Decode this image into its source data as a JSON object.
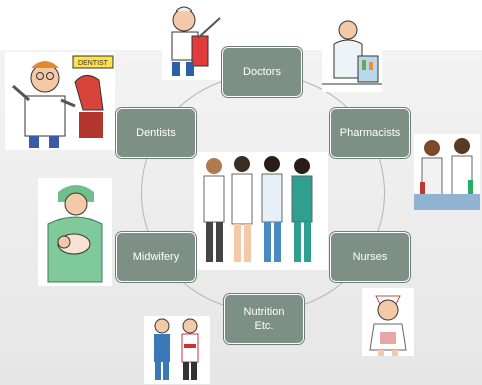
{
  "diagram": {
    "nodes": [
      {
        "id": "doctors",
        "label": "Doctors"
      },
      {
        "id": "pharmacists",
        "label": "Pharmacists"
      },
      {
        "id": "nurses",
        "label": "Nurses"
      },
      {
        "id": "nutrition",
        "label": "Nutrition\nEtc."
      },
      {
        "id": "midwifery",
        "label": "Midwifery"
      },
      {
        "id": "dentists",
        "label": "Dentists"
      }
    ],
    "dental_sign": "DENTIST",
    "colors": {
      "node_fill": "#7d9086",
      "node_text": "#ffffff",
      "ring": "#b5b5b5",
      "panel": "#ebebeb"
    }
  }
}
